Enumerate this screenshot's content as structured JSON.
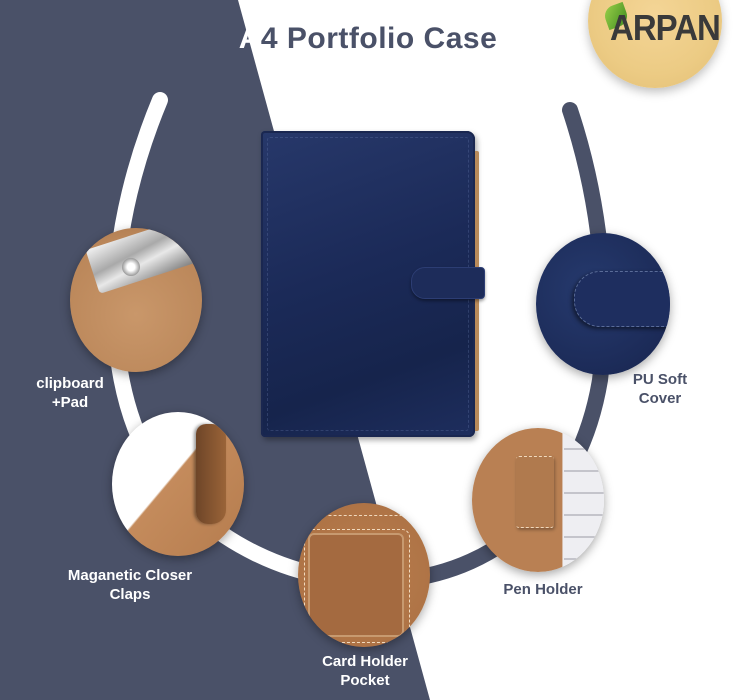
{
  "header": {
    "title_part1": "A",
    "title_part2": "4 Portfolio Case"
  },
  "brand": {
    "logo_text": "ARPAN",
    "logo_icon": "leaf-icon",
    "badge_color": "#eccb84"
  },
  "colors": {
    "dark_panel": "#4a5168",
    "leather_navy": "#1c2b58",
    "leather_tan": "#b98053",
    "white": "#ffffff"
  },
  "product": {
    "name": "A4 Portfolio Case",
    "image": "navy-leather-portfolio"
  },
  "features": [
    {
      "id": "clipboard",
      "line1": "clipboard",
      "line2": "+Pad",
      "image": "clipboard-clip-detail"
    },
    {
      "id": "magnetic",
      "line1": "Maganetic Closer",
      "line2": "Claps",
      "image": "magnetic-flap-detail"
    },
    {
      "id": "card",
      "line1": "Card Holder",
      "line2": "Pocket",
      "image": "card-pocket-detail"
    },
    {
      "id": "pen",
      "line1": "Pen Holder",
      "line2": "",
      "image": "pen-loop-detail"
    },
    {
      "id": "pu",
      "line1": "PU Soft",
      "line2": "Cover",
      "image": "navy-leather-strap-detail"
    }
  ]
}
